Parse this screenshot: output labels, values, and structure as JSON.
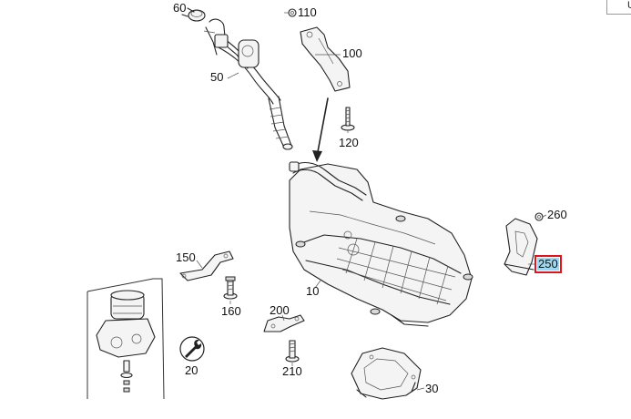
{
  "diagram": {
    "callouts": [
      "60",
      "110",
      "100",
      "50",
      "120",
      "10",
      "150",
      "160",
      "200",
      "210",
      "20",
      "260",
      "250",
      "30"
    ],
    "selected_callout": "250",
    "corner_button_label": "U"
  }
}
